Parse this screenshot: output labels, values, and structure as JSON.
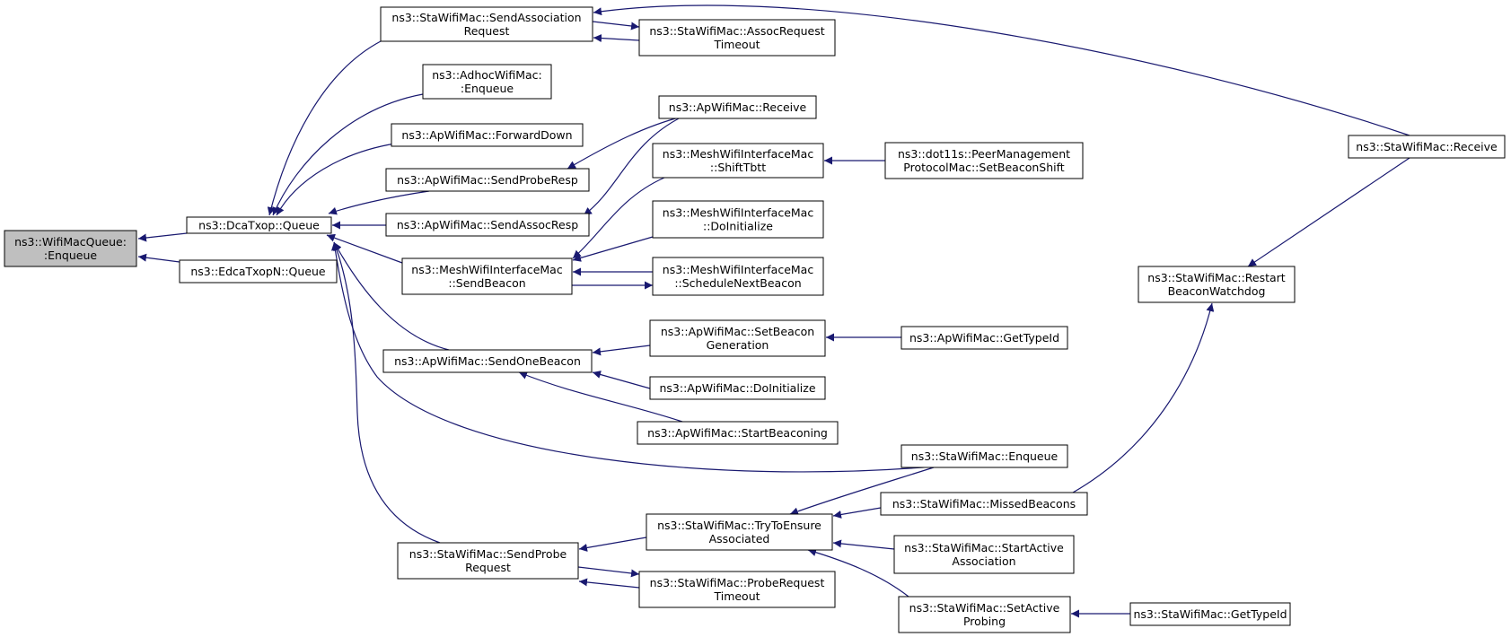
{
  "graph": {
    "edge_color": "#191970",
    "root_fill": "#bfbfbf",
    "nodes": [
      {
        "id": "root",
        "lines": [
          "ns3::WifiMacQueue:",
          ":Enqueue"
        ],
        "highlighted": true
      },
      {
        "id": "dcatxop_queue",
        "lines": [
          "ns3::DcaTxop::Queue"
        ]
      },
      {
        "id": "edcatxopn_queue",
        "lines": [
          "ns3::EdcaTxopN::Queue"
        ]
      },
      {
        "id": "sta_sendassocreq",
        "lines": [
          "ns3::StaWifiMac::SendAssociation",
          "Request"
        ]
      },
      {
        "id": "adhoc_enqueue",
        "lines": [
          "ns3::AdhocWifiMac:",
          ":Enqueue"
        ]
      },
      {
        "id": "ap_forwarddown",
        "lines": [
          "ns3::ApWifiMac::ForwardDown"
        ]
      },
      {
        "id": "ap_sendproberesp",
        "lines": [
          "ns3::ApWifiMac::SendProbeResp"
        ]
      },
      {
        "id": "ap_sendassocresp",
        "lines": [
          "ns3::ApWifiMac::SendAssocResp"
        ]
      },
      {
        "id": "mesh_sendbeacon",
        "lines": [
          "ns3::MeshWifiInterfaceMac",
          "::SendBeacon"
        ]
      },
      {
        "id": "ap_sendonebeacon",
        "lines": [
          "ns3::ApWifiMac::SendOneBeacon"
        ]
      },
      {
        "id": "sta_sendprobereq",
        "lines": [
          "ns3::StaWifiMac::SendProbe",
          "Request"
        ]
      },
      {
        "id": "sta_assocreqtimeout",
        "lines": [
          "ns3::StaWifiMac::AssocRequest",
          "Timeout"
        ]
      },
      {
        "id": "ap_receive",
        "lines": [
          "ns3::ApWifiMac::Receive"
        ]
      },
      {
        "id": "mesh_shifttbtt",
        "lines": [
          "ns3::MeshWifiInterfaceMac",
          "::ShiftTbtt"
        ]
      },
      {
        "id": "mesh_doinitialize",
        "lines": [
          "ns3::MeshWifiInterfaceMac",
          "::DoInitialize"
        ]
      },
      {
        "id": "mesh_schedulenextbeacon",
        "lines": [
          "ns3::MeshWifiInterfaceMac",
          "::ScheduleNextBeacon"
        ]
      },
      {
        "id": "ap_setbeacongen",
        "lines": [
          "ns3::ApWifiMac::SetBeacon",
          "Generation"
        ]
      },
      {
        "id": "ap_doinitialize",
        "lines": [
          "ns3::ApWifiMac::DoInitialize"
        ]
      },
      {
        "id": "ap_startbeaconing",
        "lines": [
          "ns3::ApWifiMac::StartBeaconing"
        ]
      },
      {
        "id": "sta_trytoensure",
        "lines": [
          "ns3::StaWifiMac::TryToEnsure",
          "Associated"
        ]
      },
      {
        "id": "sta_proberequesttimeout",
        "lines": [
          "ns3::StaWifiMac::ProbeRequest",
          "Timeout"
        ]
      },
      {
        "id": "dot11s_setbeaconshift",
        "lines": [
          "ns3::dot11s::PeerManagement",
          "ProtocolMac::SetBeaconShift"
        ]
      },
      {
        "id": "ap_gettypeid",
        "lines": [
          "ns3::ApWifiMac::GetTypeId"
        ]
      },
      {
        "id": "sta_enqueue",
        "lines": [
          "ns3::StaWifiMac::Enqueue"
        ]
      },
      {
        "id": "sta_missedbeacons",
        "lines": [
          "ns3::StaWifiMac::MissedBeacons"
        ]
      },
      {
        "id": "sta_startactiveassoc",
        "lines": [
          "ns3::StaWifiMac::StartActive",
          "Association"
        ]
      },
      {
        "id": "sta_setactiveprobing",
        "lines": [
          "ns3::StaWifiMac::SetActive",
          "Probing"
        ]
      },
      {
        "id": "sta_restartbeaconwatchdog",
        "lines": [
          "ns3::StaWifiMac::Restart",
          "BeaconWatchdog"
        ]
      },
      {
        "id": "sta_gettypeid",
        "lines": [
          "ns3::StaWifiMac::GetTypeId"
        ]
      },
      {
        "id": "sta_receive",
        "lines": [
          "ns3::StaWifiMac::Receive"
        ]
      }
    ],
    "edges": [
      {
        "from": "dcatxop_queue",
        "to": "root"
      },
      {
        "from": "edcatxopn_queue",
        "to": "root"
      },
      {
        "from": "sta_sendassocreq",
        "to": "dcatxop_queue"
      },
      {
        "from": "adhoc_enqueue",
        "to": "dcatxop_queue"
      },
      {
        "from": "ap_forwarddown",
        "to": "dcatxop_queue"
      },
      {
        "from": "ap_sendproberesp",
        "to": "dcatxop_queue"
      },
      {
        "from": "ap_sendassocresp",
        "to": "dcatxop_queue"
      },
      {
        "from": "mesh_sendbeacon",
        "to": "dcatxop_queue"
      },
      {
        "from": "ap_sendonebeacon",
        "to": "dcatxop_queue"
      },
      {
        "from": "sta_enqueue",
        "to": "dcatxop_queue"
      },
      {
        "from": "sta_sendprobereq",
        "to": "dcatxop_queue"
      },
      {
        "from": "sta_assocreqtimeout",
        "to": "sta_sendassocreq"
      },
      {
        "from": "sta_receive",
        "to": "sta_sendassocreq"
      },
      {
        "from": "sta_sendassocreq",
        "to": "sta_assocreqtimeout"
      },
      {
        "from": "ap_receive",
        "to": "ap_sendproberesp"
      },
      {
        "from": "ap_receive",
        "to": "ap_sendassocresp"
      },
      {
        "from": "mesh_shifttbtt",
        "to": "mesh_sendbeacon"
      },
      {
        "from": "mesh_doinitialize",
        "to": "mesh_sendbeacon"
      },
      {
        "from": "mesh_schedulenextbeacon",
        "to": "mesh_sendbeacon"
      },
      {
        "from": "mesh_sendbeacon",
        "to": "mesh_schedulenextbeacon"
      },
      {
        "from": "dot11s_setbeaconshift",
        "to": "mesh_shifttbtt"
      },
      {
        "from": "ap_setbeacongen",
        "to": "ap_sendonebeacon"
      },
      {
        "from": "ap_doinitialize",
        "to": "ap_sendonebeacon"
      },
      {
        "from": "ap_startbeaconing",
        "to": "ap_sendonebeacon"
      },
      {
        "from": "ap_gettypeid",
        "to": "ap_setbeacongen"
      },
      {
        "from": "sta_trytoensure",
        "to": "sta_sendprobereq"
      },
      {
        "from": "sta_proberequesttimeout",
        "to": "sta_sendprobereq"
      },
      {
        "from": "sta_sendprobereq",
        "to": "sta_proberequesttimeout"
      },
      {
        "from": "sta_enqueue",
        "to": "sta_trytoensure"
      },
      {
        "from": "sta_missedbeacons",
        "to": "sta_trytoensure"
      },
      {
        "from": "sta_startactiveassoc",
        "to": "sta_trytoensure"
      },
      {
        "from": "sta_setactiveprobing",
        "to": "sta_trytoensure"
      },
      {
        "from": "sta_gettypeid",
        "to": "sta_setactiveprobing"
      },
      {
        "from": "sta_missedbeacons",
        "to": "sta_restartbeaconwatchdog"
      },
      {
        "from": "sta_receive",
        "to": "sta_restartbeaconwatchdog"
      }
    ]
  }
}
